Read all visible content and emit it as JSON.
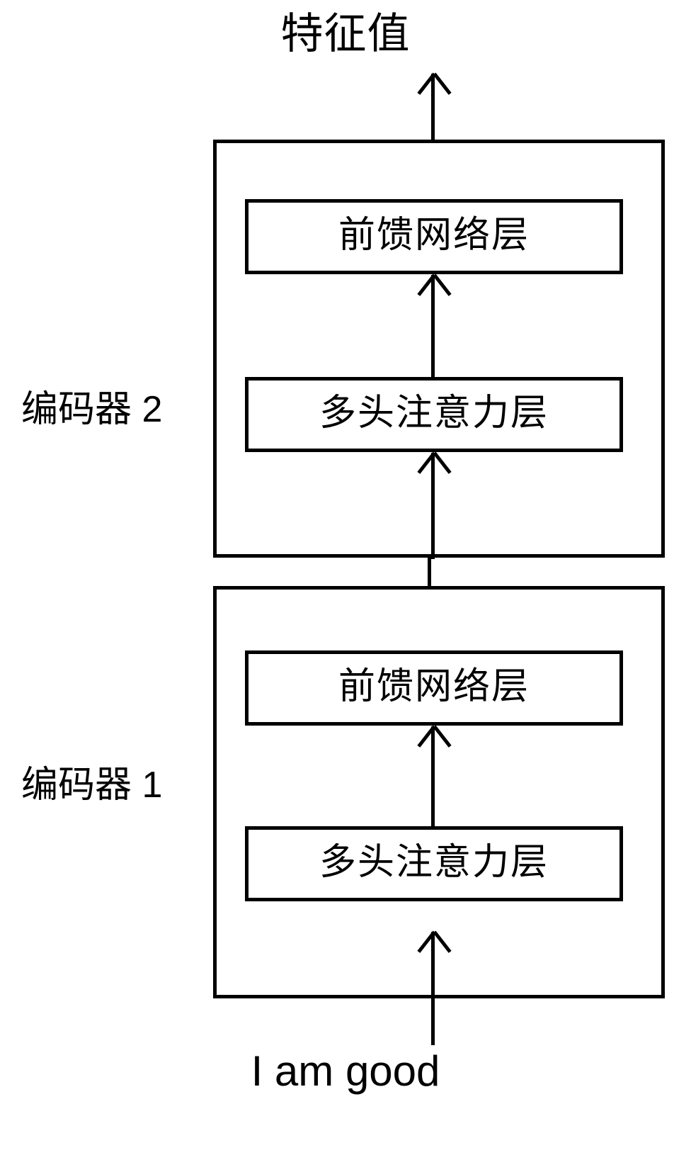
{
  "diagram": {
    "title_text": "特征值",
    "input_text": "I am good",
    "encoders": [
      {
        "id": "encoder2",
        "label": "编码器 2",
        "layers": [
          {
            "name": "feed-forward",
            "label": "前馈网络层"
          },
          {
            "name": "multi-head-attention",
            "label": "多头注意力层"
          }
        ]
      },
      {
        "id": "encoder1",
        "label": "编码器 1",
        "layers": [
          {
            "name": "feed-forward",
            "label": "前馈网络层"
          },
          {
            "name": "multi-head-attention",
            "label": "多头注意力层"
          }
        ]
      }
    ],
    "arrows": [
      {
        "name": "output-arrow",
        "from": "encoder2-feed-forward",
        "to": "特征值"
      },
      {
        "name": "encoder2-attention-to-feedforward",
        "from": "多头注意力层",
        "to": "前馈网络层"
      },
      {
        "name": "encoder1-to-encoder2",
        "from": "编码器 1",
        "to": "编码器 2"
      },
      {
        "name": "encoder1-attention-to-feedforward",
        "from": "多头注意力层",
        "to": "前馈网络层"
      },
      {
        "name": "input-arrow",
        "from": "I am good",
        "to": "encoder1-multi-head-attention"
      }
    ],
    "colors": {
      "stroke": "#000000",
      "background": "#ffffff"
    }
  }
}
